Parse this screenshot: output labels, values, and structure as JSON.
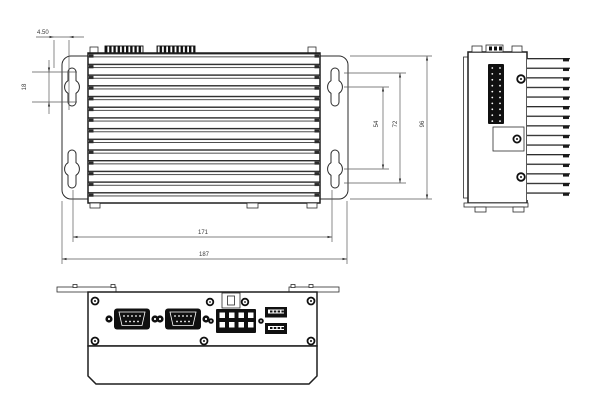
{
  "colors": {
    "ink": "#2b2b2b",
    "paper": "#ffffff",
    "connector_fill": "#111111"
  },
  "dimensions": {
    "slot_offset": "4.50",
    "slot_length": "18",
    "hole_span_inner": "54",
    "hole_span_outer": "72",
    "overall_depth": "96",
    "mount_hole_pitch": "171",
    "overall_width": "187"
  }
}
